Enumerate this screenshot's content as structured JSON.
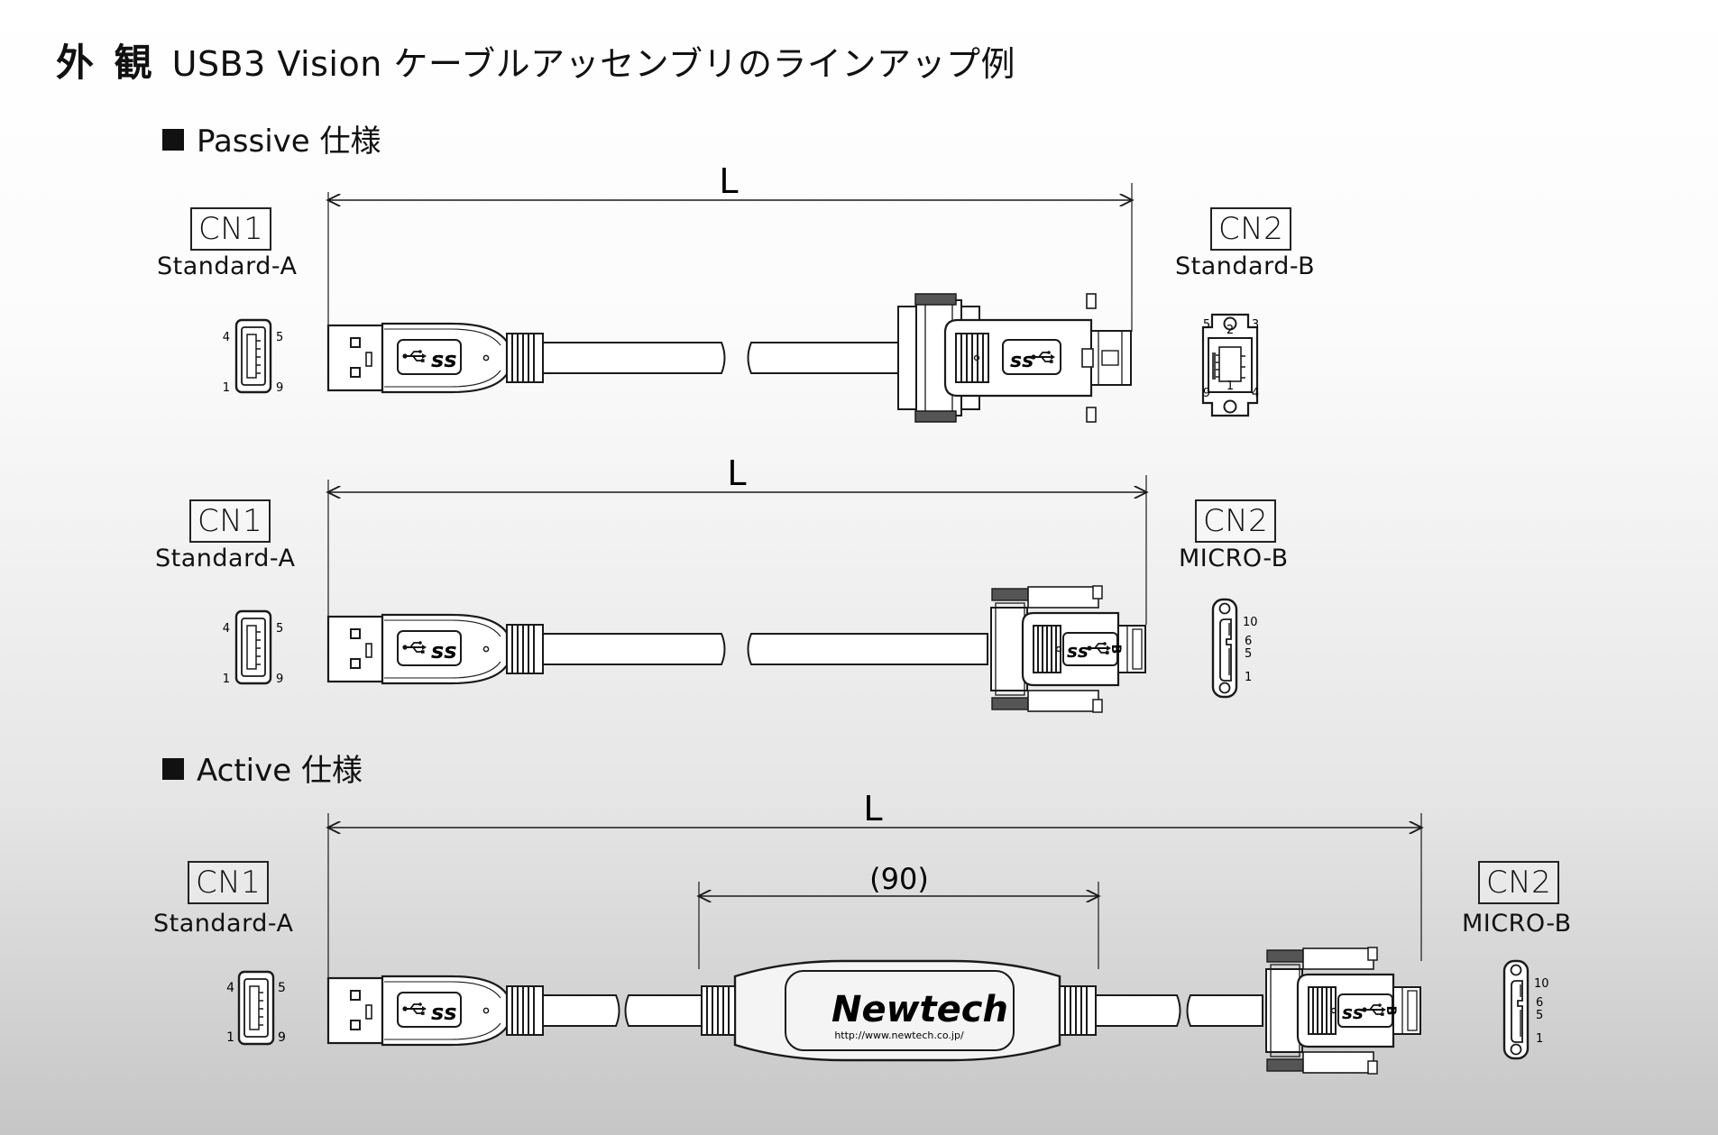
{
  "title": {
    "main": "外 観",
    "sub": "USB3 Vision ケーブルアッセンブリのラインアップ例"
  },
  "sections": {
    "passive": {
      "heading": "Passive 仕様"
    },
    "active": {
      "heading": "Active 仕様"
    }
  },
  "cables": [
    {
      "length_label": "L",
      "cn1": {
        "label": "CN1",
        "type": "Standard-A",
        "pins": [
          "4",
          "5",
          "1",
          "9"
        ]
      },
      "cn2": {
        "label": "CN2",
        "type": "Standard-B",
        "pins": [
          "5",
          "2",
          "3",
          "9",
          "1",
          "4"
        ]
      }
    },
    {
      "length_label": "L",
      "cn1": {
        "label": "CN1",
        "type": "Standard-A",
        "pins": [
          "4",
          "5",
          "1",
          "9"
        ]
      },
      "cn2": {
        "label": "CN2",
        "type": "MICRO-B",
        "pins": [
          "10",
          "6",
          "5",
          "1"
        ]
      }
    },
    {
      "length_label": "L",
      "module_length_label": "(90)",
      "cn1": {
        "label": "CN1",
        "type": "Standard-A",
        "pins": [
          "4",
          "5",
          "1",
          "9"
        ]
      },
      "cn2": {
        "label": "CN2",
        "type": "MICRO-B",
        "pins": [
          "10",
          "6",
          "5",
          "1"
        ]
      }
    }
  ],
  "plug_logo": "ss",
  "plug_b_mark": "B",
  "module": {
    "brand": "Newtech",
    "url": "http://www.newtech.co.jp/"
  },
  "icons": {
    "usb_trident": "usb-trident-icon",
    "arrow": "dimension-arrow"
  },
  "colors": {
    "line": "#1a1a1a",
    "module_fill": "#f4f4f4"
  }
}
